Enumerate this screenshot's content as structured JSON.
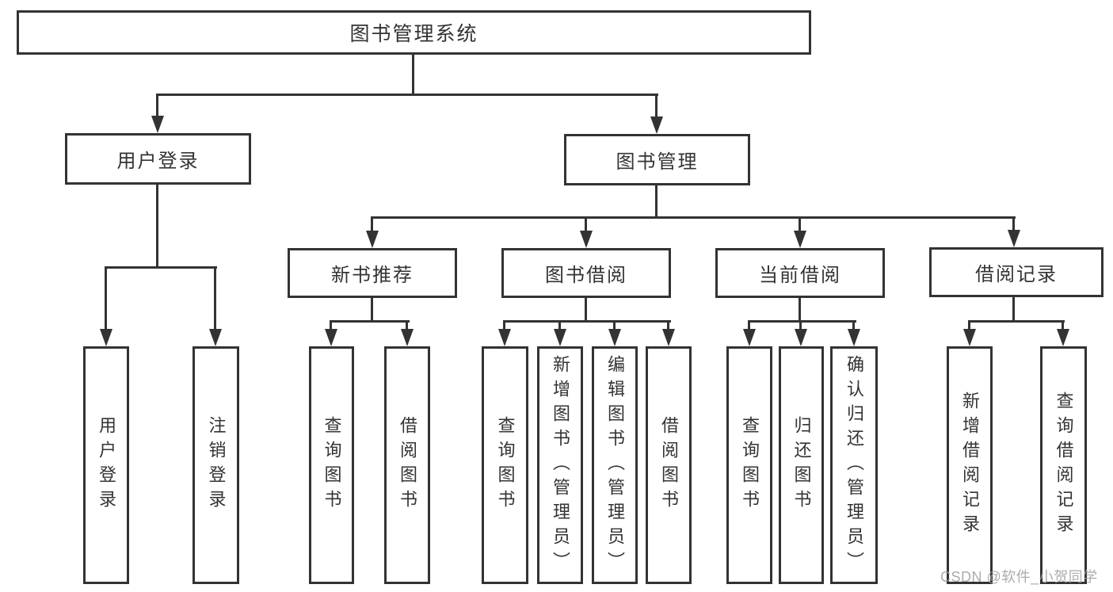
{
  "diagram": {
    "title": "图书管理系统",
    "type": "hierarchy-tree",
    "colors": {
      "line": "#333333",
      "background": "#ffffff",
      "text": "#333333",
      "watermark": "#9e9e9e"
    }
  },
  "nodes": {
    "root": {
      "label": "图书管理系统"
    },
    "user_login": {
      "label": "用户登录"
    },
    "book_mgmt": {
      "label": "图书管理"
    },
    "new_book": {
      "label": "新书推荐"
    },
    "book_borrow": {
      "label": "图书借阅"
    },
    "current_borrow": {
      "label": "当前借阅"
    },
    "borrow_record": {
      "label": "借阅记录"
    },
    "ul_login": {
      "label": "用户登录"
    },
    "ul_logout": {
      "label": "注销登录"
    },
    "nb_query": {
      "label": "查询图书"
    },
    "nb_borrow": {
      "label": "借阅图书"
    },
    "bb_query": {
      "label": "查询图书"
    },
    "bb_add": {
      "label": "新增图书（管理员）"
    },
    "bb_edit": {
      "label": "编辑图书（管理员）"
    },
    "bb_borrow": {
      "label": "借阅图书"
    },
    "cb_query": {
      "label": "查询图书"
    },
    "cb_return": {
      "label": "归还图书"
    },
    "cb_confirm": {
      "label": "确认归还（管理员）"
    },
    "br_add": {
      "label": "新增借阅记录"
    },
    "br_query": {
      "label": "查询借阅记录"
    }
  },
  "watermark": {
    "text": "CSDN @软件_小贺同学"
  }
}
